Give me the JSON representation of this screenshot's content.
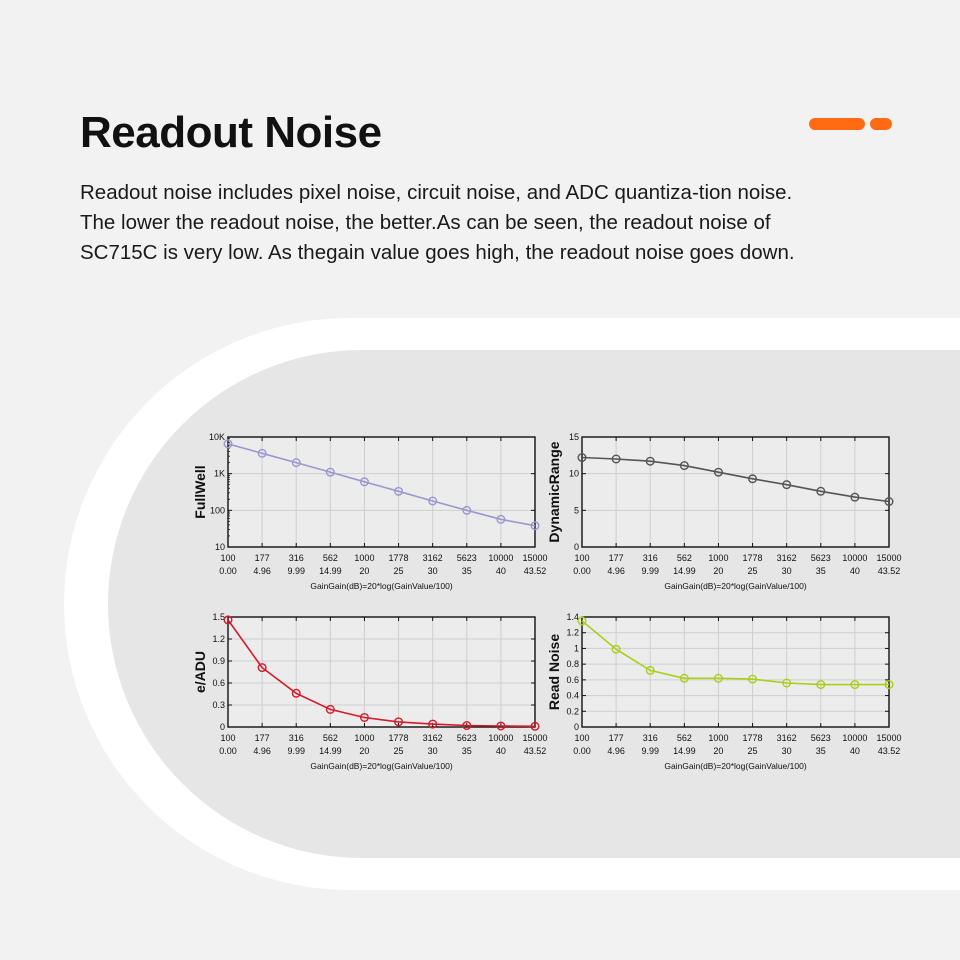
{
  "page": {
    "title": "Readout Noise",
    "description_lines": [
      "Readout noise includes pixel noise, circuit noise, and ADC quantiza-tion noise.",
      "The lower the readout noise, the better.As can be seen, the readout noise of",
      "SC715C is very low. As thegain value goes high, the readout noise goes down."
    ],
    "accent_color": "#ff6a13"
  },
  "chart_data": [
    {
      "type": "line",
      "ylabel": "FullWell",
      "xlabel": "GainGain(dB)=20*log(GainValue/100)",
      "yscale": "log",
      "ylim": [
        10,
        10000
      ],
      "yticks": [
        {
          "v": 10,
          "label": "10"
        },
        {
          "v": 100,
          "label": "100"
        },
        {
          "v": 1000,
          "label": "1K"
        },
        {
          "v": 10000,
          "label": "10K"
        }
      ],
      "categories": [
        "100",
        "177",
        "316",
        "562",
        "1000",
        "1778",
        "3162",
        "5623",
        "10000",
        "15000"
      ],
      "categories_db": [
        "0.00",
        "4.96",
        "9.99",
        "14.99",
        "20",
        "25",
        "30",
        "35",
        "40",
        "43.52"
      ],
      "series": [
        {
          "values": [
            6500,
            3600,
            2000,
            1100,
            600,
            330,
            180,
            100,
            57,
            38
          ],
          "color": "#9b97cf"
        }
      ],
      "grid": true
    },
    {
      "type": "line",
      "ylabel": "DynamicRange",
      "xlabel": "GainGain(dB)=20*log(GainValue/100)",
      "yscale": "linear",
      "ylim": [
        0,
        15
      ],
      "yticks": [
        {
          "v": 0,
          "label": "0"
        },
        {
          "v": 5,
          "label": "5"
        },
        {
          "v": 10,
          "label": "10"
        },
        {
          "v": 15,
          "label": "15"
        }
      ],
      "categories": [
        "100",
        "177",
        "316",
        "562",
        "1000",
        "1778",
        "3162",
        "5623",
        "10000",
        "15000"
      ],
      "categories_db": [
        "0.00",
        "4.96",
        "9.99",
        "14.99",
        "20",
        "25",
        "30",
        "35",
        "40",
        "43.52"
      ],
      "series": [
        {
          "values": [
            12.2,
            12.0,
            11.7,
            11.1,
            10.2,
            9.3,
            8.5,
            7.6,
            6.8,
            6.2
          ],
          "color": "#555555"
        }
      ],
      "grid": true
    },
    {
      "type": "line",
      "ylabel": "e/ADU",
      "xlabel": "GainGain(dB)=20*log(GainValue/100)",
      "yscale": "linear",
      "ylim": [
        0,
        1.5
      ],
      "yticks": [
        {
          "v": 0,
          "label": "0"
        },
        {
          "v": 0.3,
          "label": "0.3"
        },
        {
          "v": 0.6,
          "label": "0.6"
        },
        {
          "v": 0.9,
          "label": "0.9"
        },
        {
          "v": 1.2,
          "label": "1.2"
        },
        {
          "v": 1.5,
          "label": "1.5"
        }
      ],
      "categories": [
        "100",
        "177",
        "316",
        "562",
        "1000",
        "1778",
        "3162",
        "5623",
        "10000",
        "15000"
      ],
      "categories_db": [
        "0.00",
        "4.96",
        "9.99",
        "14.99",
        "20",
        "25",
        "30",
        "35",
        "40",
        "43.52"
      ],
      "series": [
        {
          "values": [
            1.46,
            0.81,
            0.46,
            0.24,
            0.13,
            0.07,
            0.04,
            0.02,
            0.014,
            0.01
          ],
          "color": "#d51a2a"
        }
      ],
      "grid": true
    },
    {
      "type": "line",
      "ylabel": "Read Noise",
      "xlabel": "GainGain(dB)=20*log(GainValue/100)",
      "yscale": "linear",
      "ylim": [
        0,
        1.4
      ],
      "yticks": [
        {
          "v": 0,
          "label": "0"
        },
        {
          "v": 0.2,
          "label": "0.2"
        },
        {
          "v": 0.4,
          "label": "0.4"
        },
        {
          "v": 0.6,
          "label": "0.6"
        },
        {
          "v": 0.8,
          "label": "0.8"
        },
        {
          "v": 1.0,
          "label": "1"
        },
        {
          "v": 1.2,
          "label": "1.2"
        },
        {
          "v": 1.4,
          "label": "1.4"
        }
      ],
      "categories": [
        "100",
        "177",
        "316",
        "562",
        "1000",
        "1778",
        "3162",
        "5623",
        "10000",
        "15000"
      ],
      "categories_db": [
        "0.00",
        "4.96",
        "9.99",
        "14.99",
        "20",
        "25",
        "30",
        "35",
        "40",
        "43.52"
      ],
      "series": [
        {
          "values": [
            1.35,
            0.99,
            0.72,
            0.62,
            0.62,
            0.61,
            0.56,
            0.54,
            0.54,
            0.54
          ],
          "color": "#a9cf1a"
        }
      ],
      "grid": true
    }
  ]
}
